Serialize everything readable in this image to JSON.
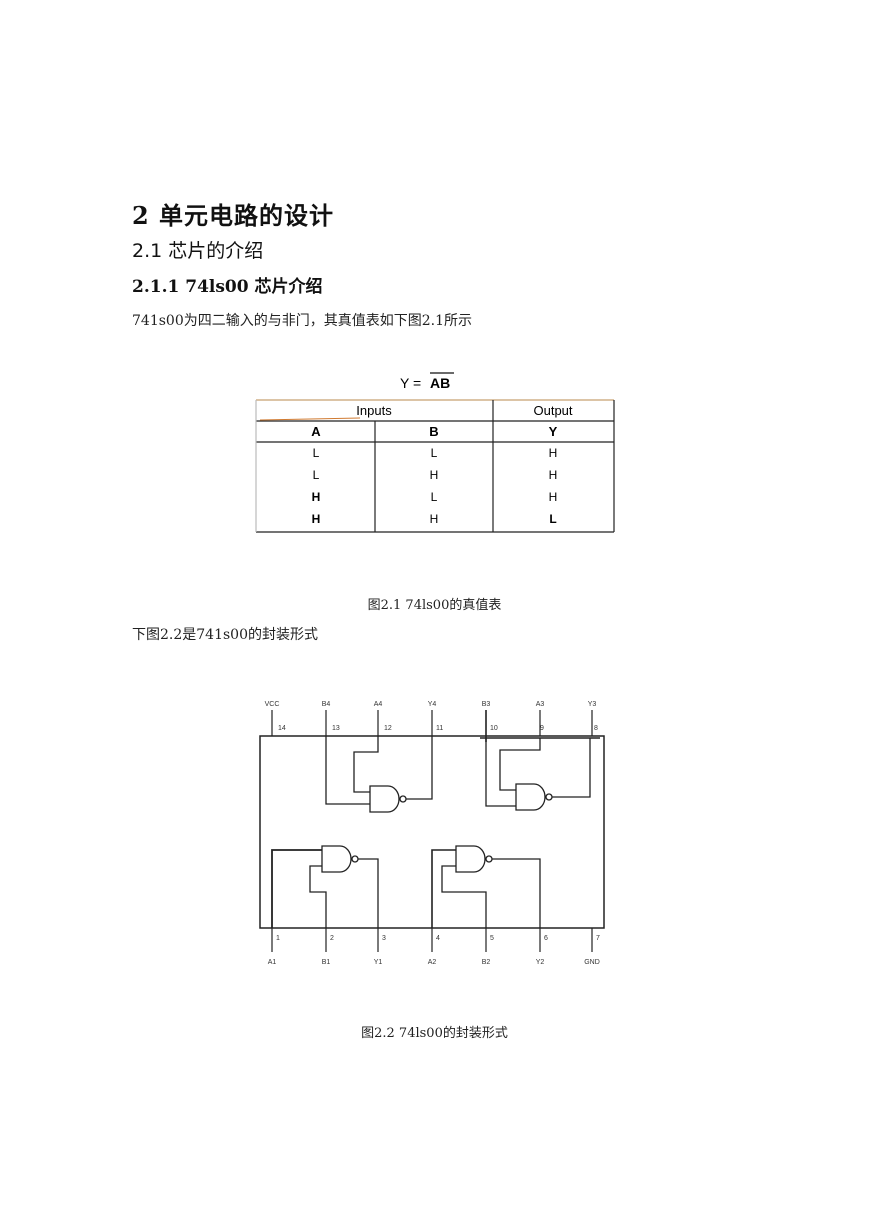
{
  "heading_1": "2  单元电路的设计",
  "heading_2": "2.1  芯片的介绍",
  "heading_3": "2.1.1    74ls00 芯片介绍",
  "para_1": "741s00为四二输入的与非门，其真值表如下图2.1所示",
  "truth_table": {
    "formula_lhs": "Y = ",
    "formula_rhs": "AB",
    "inputs_header": "Inputs",
    "output_header": "Output",
    "col_a": "A",
    "col_b": "B",
    "col_y": "Y",
    "rows": [
      [
        "L",
        "L",
        "H"
      ],
      [
        "L",
        "H",
        "H"
      ],
      [
        "H",
        "L",
        "H"
      ],
      [
        "H",
        "H",
        "L"
      ]
    ]
  },
  "caption_1": "图2.1    74ls00的真值表",
  "para_2": "下图2.2是741s00的封装形式",
  "package": {
    "top_pins": [
      {
        "label": "VCC",
        "num": "14"
      },
      {
        "label": "B4",
        "num": "13"
      },
      {
        "label": "A4",
        "num": "12"
      },
      {
        "label": "Y4",
        "num": "11"
      },
      {
        "label": "B3",
        "num": "10"
      },
      {
        "label": "A3",
        "num": "9"
      },
      {
        "label": "Y3",
        "num": "8"
      }
    ],
    "bottom_pins": [
      {
        "label": "A1",
        "num": "1"
      },
      {
        "label": "B1",
        "num": "2"
      },
      {
        "label": "Y1",
        "num": "3"
      },
      {
        "label": "A2",
        "num": "4"
      },
      {
        "label": "B2",
        "num": "5"
      },
      {
        "label": "Y2",
        "num": "6"
      },
      {
        "label": "GND",
        "num": "7"
      }
    ]
  },
  "caption_2": "图2.2    74ls00的封装形式"
}
